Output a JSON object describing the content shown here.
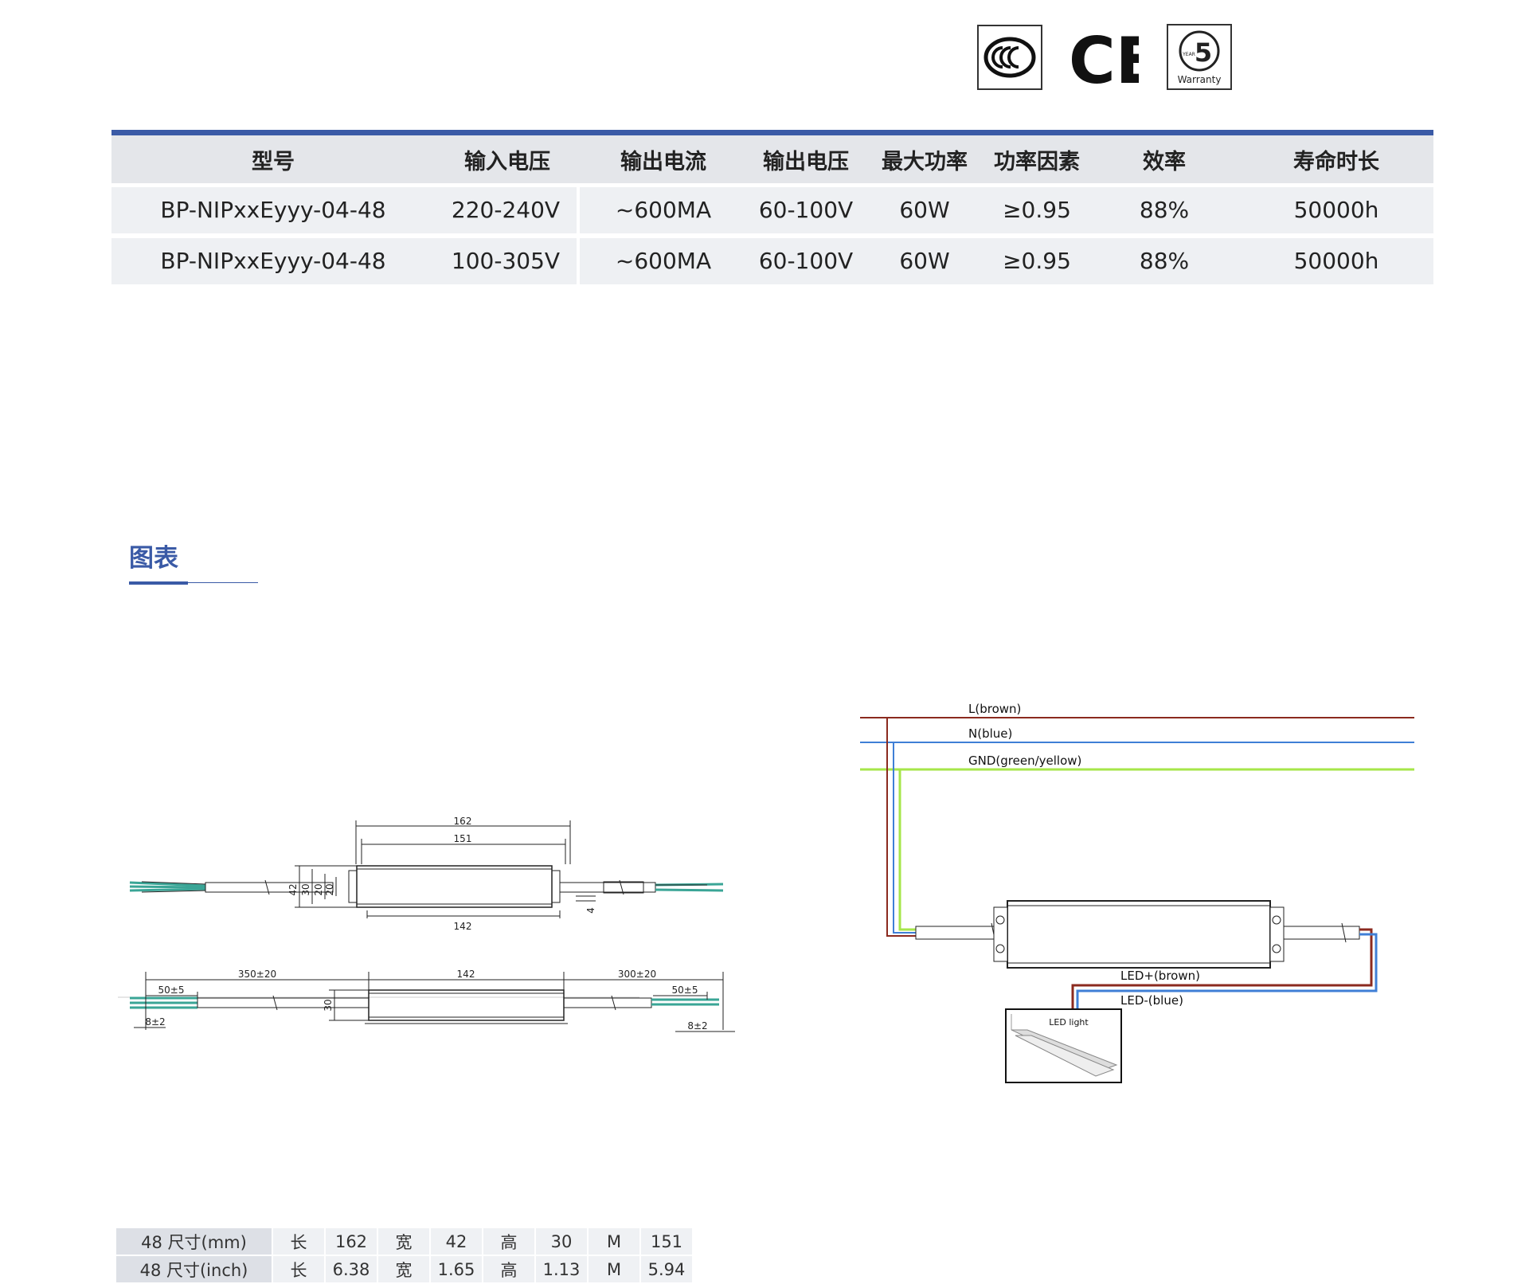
{
  "logos": {
    "ccc_icon": "ccc-mark",
    "ce_text": "CE",
    "warranty": {
      "number": "5",
      "unit": "YEAR",
      "label": "Warranty"
    }
  },
  "spec_table": {
    "accent_color": "#3a5aa6",
    "headers": [
      "型号",
      "输入电压",
      "输出电流",
      "输出电压",
      "最大功率",
      "功率因素",
      "效率",
      "寿命时长"
    ],
    "rows": [
      [
        "BP-NIPxxEyyy-04-48",
        "220-240V",
        "~600MA",
        "60-100V",
        "60W",
        "≥0.95",
        "88%",
        "50000h"
      ],
      [
        "BP-NIPxxEyyy-04-48",
        "100-305V",
        "~600MA",
        "60-100V",
        "60W",
        "≥0.95",
        "88%",
        "50000h"
      ]
    ]
  },
  "section": {
    "title": "图表"
  },
  "dimension_drawing": {
    "top_view": {
      "length_overall": "162",
      "length_mount": "151",
      "length_body": "142",
      "width": "42",
      "d30": "30",
      "d20a": "20",
      "d20b": "20",
      "d4": "4"
    },
    "side_view": {
      "lead_left": "350±20",
      "lead_left_strip": "50±5",
      "strip_left": "8±2",
      "body": "142",
      "lead_right": "300±20",
      "lead_right_strip": "50±5",
      "strip_right": "8±2",
      "height": "30"
    }
  },
  "wiring_diagram": {
    "wire_l": "L(brown)",
    "wire_n": "N(blue)",
    "wire_gnd": "GND(green/yellow)",
    "led_plus": "LED+(brown)",
    "led_minus": "LED-(blue)",
    "led_light": "LED light",
    "colors": {
      "brown": "#8b2a1f",
      "blue": "#3f7fd6",
      "green": "#a6e64a"
    }
  },
  "size_table": {
    "rows": [
      [
        "48 尺寸(mm)",
        "长",
        "162",
        "宽",
        "42",
        "高",
        "30",
        "M",
        "151"
      ],
      [
        "48 尺寸(inch)",
        "长",
        "6.38",
        "宽",
        "1.65",
        "高",
        "1.13",
        "M",
        "5.94"
      ]
    ]
  }
}
